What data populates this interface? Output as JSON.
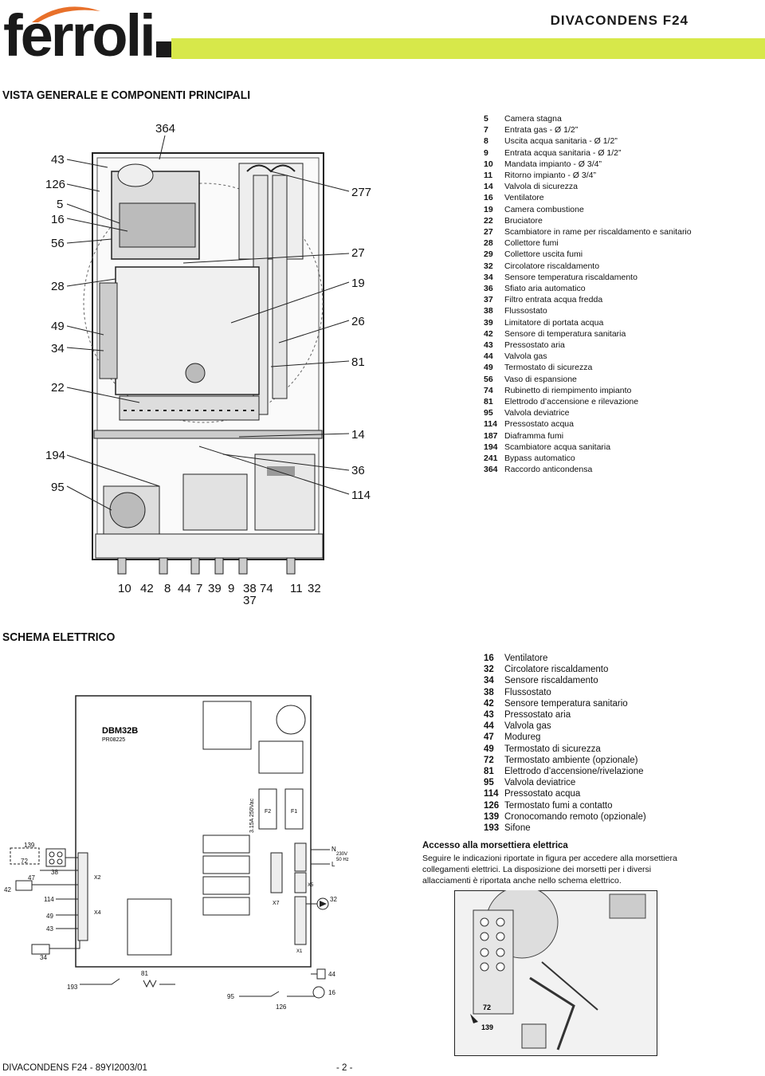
{
  "header": {
    "brand": "ferroli",
    "product": "DIVACONDENS F24",
    "accent_color": "#d7e84a"
  },
  "overview": {
    "title": "VISTA GENERALE E COMPONENTI PRINCIPALI",
    "callouts_left": [
      "43",
      "126",
      "5",
      "16",
      "56",
      "28",
      "49",
      "34",
      "22",
      "194",
      "95"
    ],
    "callouts_top": [
      "364"
    ],
    "callouts_right": [
      "277",
      "27",
      "19",
      "26",
      "81",
      "14",
      "36",
      "114"
    ],
    "callouts_bottom": [
      "10",
      "42",
      "8",
      "44",
      "7",
      "39",
      "9",
      "38",
      "37",
      "74",
      "11",
      "32"
    ],
    "legend": [
      {
        "num": "5",
        "label": "Camera stagna"
      },
      {
        "num": "7",
        "label": "Entrata gas - Ø 1/2”"
      },
      {
        "num": "8",
        "label": "Uscita acqua sanitaria - Ø 1/2”"
      },
      {
        "num": "9",
        "label": "Entrata acqua sanitaria - Ø 1/2”"
      },
      {
        "num": "10",
        "label": "Mandata impianto - Ø 3/4”"
      },
      {
        "num": "11",
        "label": "Ritorno impianto - Ø 3/4”"
      },
      {
        "num": "14",
        "label": "Valvola di sicurezza"
      },
      {
        "num": "16",
        "label": "Ventilatore"
      },
      {
        "num": "19",
        "label": "Camera combustione"
      },
      {
        "num": "22",
        "label": "Bruciatore"
      },
      {
        "num": "27",
        "label": "Scambiatore in rame per riscaldamento e sanitario"
      },
      {
        "num": "28",
        "label": "Collettore fumi"
      },
      {
        "num": "29",
        "label": "Collettore uscita fumi"
      },
      {
        "num": "32",
        "label": "Circolatore riscaldamento"
      },
      {
        "num": "34",
        "label": "Sensore temperatura riscaldamento"
      },
      {
        "num": "36",
        "label": "Sfiato aria automatico"
      },
      {
        "num": "37",
        "label": "Filtro entrata acqua fredda"
      },
      {
        "num": "38",
        "label": "Flussostato"
      },
      {
        "num": "39",
        "label": "Limitatore di portata acqua"
      },
      {
        "num": "42",
        "label": "Sensore di temperatura sanitaria"
      },
      {
        "num": "43",
        "label": "Pressostato aria"
      },
      {
        "num": "44",
        "label": "Valvola gas"
      },
      {
        "num": "49",
        "label": "Termostato di sicurezza"
      },
      {
        "num": "56",
        "label": "Vaso di espansione"
      },
      {
        "num": "74",
        "label": "Rubinetto di riempimento impianto"
      },
      {
        "num": "81",
        "label": "Elettrodo d’accensione e rilevazione"
      },
      {
        "num": "95",
        "label": "Valvola deviatrice"
      },
      {
        "num": "114",
        "label": "Pressostato acqua"
      },
      {
        "num": "187",
        "label": "Diaframma fumi"
      },
      {
        "num": "194",
        "label": "Scambiatore acqua sanitaria"
      },
      {
        "num": "241",
        "label": "Bypass automatico"
      },
      {
        "num": "364",
        "label": "Raccordo anticondensa"
      }
    ]
  },
  "wiring": {
    "title": "SCHEMA ELETTRICO",
    "board_name": "DBM32B",
    "board_code": "PR08225",
    "fuse_rating": "3.15A 250Vac",
    "fuse_labels": [
      "F2",
      "F1"
    ],
    "connector_labels": [
      "X2",
      "X4",
      "X7",
      "X5",
      "X1"
    ],
    "power_labels": [
      "N",
      "L",
      "230V",
      "50 Hz"
    ],
    "callouts": [
      "139",
      "72",
      "47",
      "38",
      "42",
      "114",
      "49",
      "43",
      "34",
      "81",
      "193",
      "95",
      "126",
      "16",
      "44",
      "32"
    ],
    "legend": [
      {
        "num": "16",
        "label": "Ventilatore"
      },
      {
        "num": "32",
        "label": "Circolatore riscaldamento"
      },
      {
        "num": "34",
        "label": "Sensore riscaldamento"
      },
      {
        "num": "38",
        "label": "Flussostato"
      },
      {
        "num": "42",
        "label": "Sensore temperatura sanitario"
      },
      {
        "num": "43",
        "label": "Pressostato aria"
      },
      {
        "num": "44",
        "label": "Valvola gas"
      },
      {
        "num": "47",
        "label": "Modureg"
      },
      {
        "num": "49",
        "label": "Termostato di sicurezza"
      },
      {
        "num": "72",
        "label": "Termostato ambiente (opzionale)"
      },
      {
        "num": "81",
        "label": "Elettrodo d’accensione/rivelazione"
      },
      {
        "num": "95",
        "label": "Valvola deviatrice"
      },
      {
        "num": "114",
        "label": "Pressostato acqua"
      },
      {
        "num": "126",
        "label": "Termostato fumi a contatto"
      },
      {
        "num": "139",
        "label": "Cronocomando remoto (opzionale)"
      },
      {
        "num": "193",
        "label": "Sifone"
      }
    ]
  },
  "access": {
    "title": "Accesso alla morsettiera elettrica",
    "text": "Seguire le indicazioni riportate in figura per accedere alla morsettiera collegamenti elettrici. La disposizione dei morsetti per i diversi allacciamenti è riportata anche nello schema elettrico.",
    "photo_callouts": [
      "72",
      "139"
    ]
  },
  "footer": {
    "doc_code": "DIVACONDENS F24 - 89YI2003/01",
    "page": "- 2 -"
  }
}
